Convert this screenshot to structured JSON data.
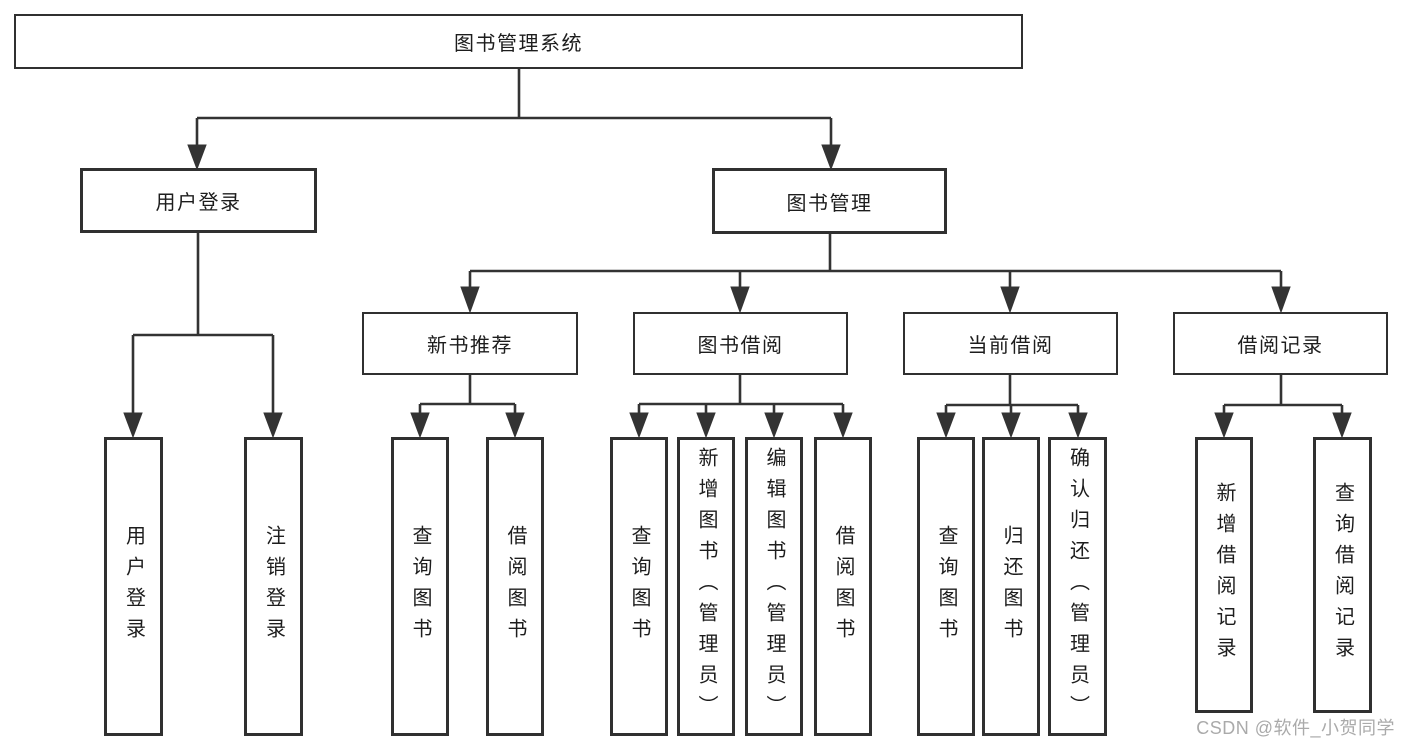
{
  "watermark": "CSDN @软件_小贺同学",
  "tree": {
    "root": {
      "label": "图书管理系统"
    },
    "children": [
      {
        "label": "用户登录",
        "children": [
          {
            "label": "用户登录"
          },
          {
            "label": "注销登录"
          }
        ]
      },
      {
        "label": "图书管理",
        "children": [
          {
            "label": "新书推荐",
            "children": [
              {
                "label": "查询图书"
              },
              {
                "label": "借阅图书"
              }
            ]
          },
          {
            "label": "图书借阅",
            "children": [
              {
                "label": "查询图书"
              },
              {
                "label": "新增图书（管理员）"
              },
              {
                "label": "编辑图书（管理员）"
              },
              {
                "label": "借阅图书"
              }
            ]
          },
          {
            "label": "当前借阅",
            "children": [
              {
                "label": "查询图书"
              },
              {
                "label": "归还图书"
              },
              {
                "label": "确认归还（管理员）"
              }
            ]
          },
          {
            "label": "借阅记录",
            "children": [
              {
                "label": "新增借阅记录"
              },
              {
                "label": "查询借阅记录"
              }
            ]
          }
        ]
      }
    ]
  }
}
